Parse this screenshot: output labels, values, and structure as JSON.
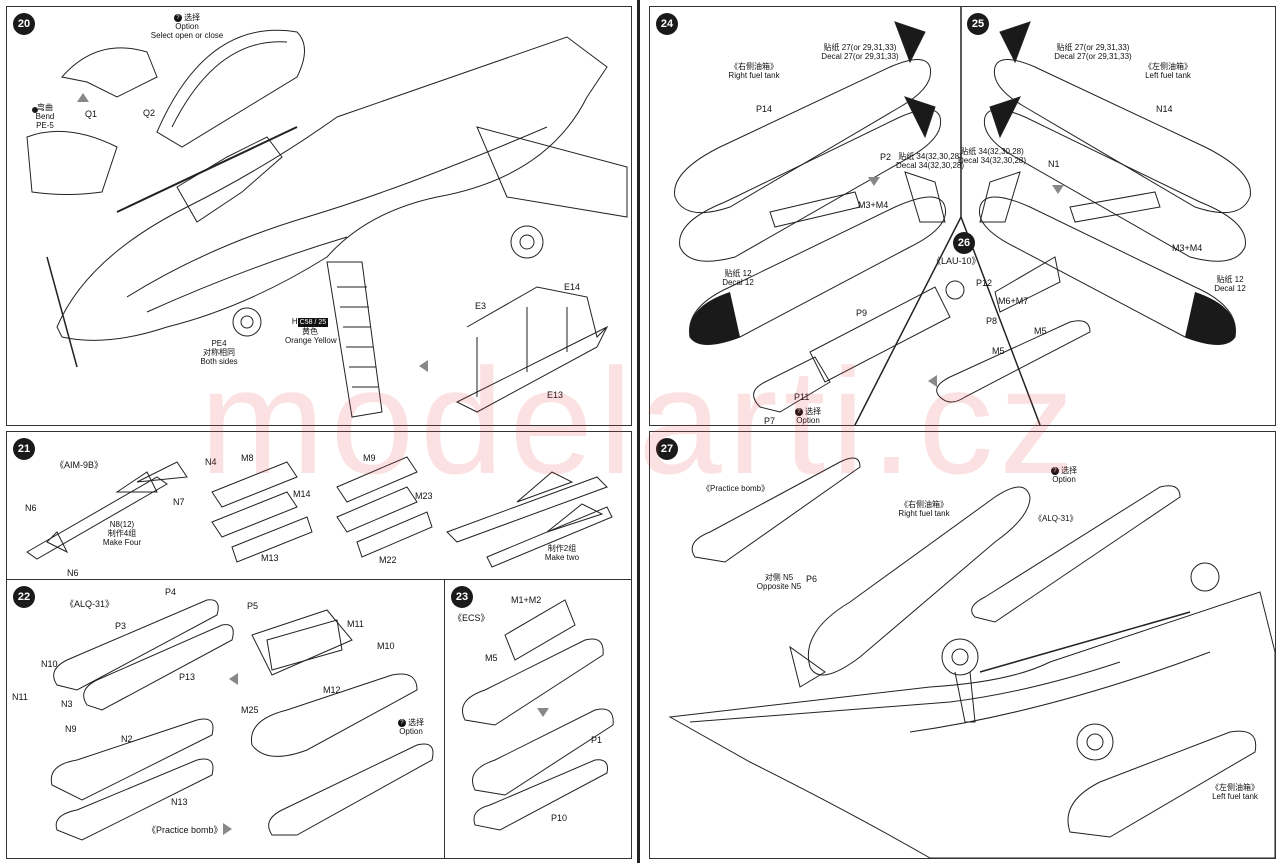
{
  "steps": {
    "s20": {
      "number": "20",
      "option_cn": "选择",
      "option_en": "Option",
      "select_text": "Select open or close",
      "bend_cn": "弯曲",
      "bend_en": "Bend",
      "pe5": "PE-5",
      "q1": "Q1",
      "q2": "Q2",
      "h_label": "H",
      "h_chip": "C58 / 25",
      "orange_cn": "黄色",
      "orange_en": "Orange Yellow",
      "pe4": "PE4",
      "both_cn": "对称相同",
      "both_en": "Both sides",
      "e3": "E3",
      "e14": "E14",
      "e13": "E13"
    },
    "s21": {
      "number": "21",
      "aim": "《AIM-9B》",
      "n4": "N4",
      "n6a": "N6",
      "n6b": "N6",
      "n7": "N7",
      "n8": "N8(12)",
      "make_four_cn": "制作4组",
      "make_four_en": "Make Four",
      "m8": "M8",
      "m14": "M14",
      "m13": "M13",
      "m9": "M9",
      "m23": "M23",
      "m22": "M22",
      "make_two_cn": "制作2组",
      "make_two_en": "Make two"
    },
    "s22": {
      "number": "22",
      "alq": "《ALQ-31》",
      "p4": "P4",
      "p5": "P5",
      "p3": "P3",
      "p13": "P13",
      "n10": "N10",
      "n11": "N11",
      "n3": "N3",
      "n9": "N9",
      "m11": "M11",
      "m10": "M10",
      "m12": "M12",
      "m25": "M25",
      "option_cn": "选择",
      "option_en": "Option",
      "n2": "N2",
      "n13": "N13",
      "practice": "《Practice bomb》"
    },
    "s23": {
      "number": "23",
      "ecs": "《ECS》",
      "m1m2": "M1+M2",
      "m5": "M5",
      "p1": "P1",
      "p10": "P10"
    },
    "s24": {
      "number": "24",
      "decal_top_cn": "贴纸 27(or 29,31,33)",
      "decal_top_en": "Decal 27(or 29,31,33)",
      "right_tank_cn": "《右侧油箱》",
      "right_tank_en": "Right fuel tank",
      "p14": "P14",
      "p2": "P2",
      "decal_mid_cn": "贴纸 34(32,30,28)",
      "decal_mid_en": "Decal 34(32,30,28)",
      "m3m4": "M3+M4",
      "decal12_cn": "贴纸 12",
      "decal12_en": "Decal 12"
    },
    "s25": {
      "number": "25",
      "decal_top_cn": "贴纸 27(or 29,31,33)",
      "decal_top_en": "Decal 27(or 29,31,33)",
      "left_tank_cn": "《左侧油箱》",
      "left_tank_en": "Left fuel tank",
      "n14": "N14",
      "n1": "N1",
      "decal_mid_cn": "贴纸 34(32,30,28)",
      "decal_mid_en": "Decal 34(32,30,28)",
      "m3m4": "M3+M4",
      "decal12_cn": "贴纸 12",
      "decal12_en": "Decal 12"
    },
    "s26": {
      "number": "26",
      "lau": "《LAU-10》",
      "p12": "P12",
      "m6m7": "M6+M7",
      "p9": "P9",
      "p8": "P8",
      "m5a": "M5",
      "m5b": "M5",
      "p11": "P11",
      "p7": "P7",
      "option_cn": "选择",
      "option_en": "Option"
    },
    "s27": {
      "number": "27",
      "option_cn": "选择",
      "option_en": "Option",
      "practice": "《Practice bomb》",
      "right_tank_cn": "《右侧油箱》",
      "right_tank_en": "Right fuel tank",
      "alq": "《ALQ-31》",
      "opposite_cn": "对侧 N5",
      "opposite_en": "Opposite N5",
      "p6": "P6",
      "left_tank_cn": "《左侧油箱》",
      "left_tank_en": "Left fuel tank"
    }
  },
  "watermark": "modelarti.cz"
}
